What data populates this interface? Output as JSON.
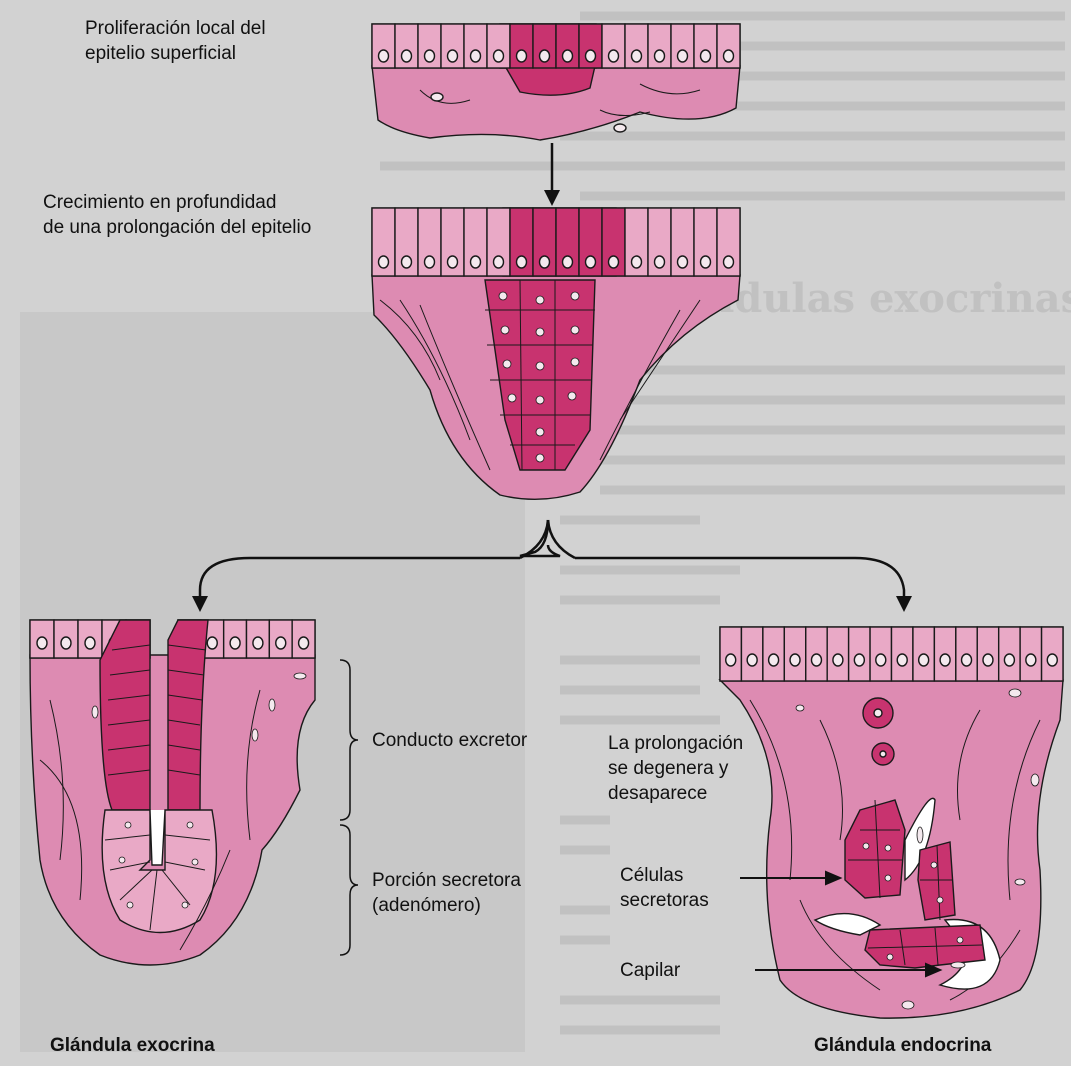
{
  "labels": {
    "stage1": [
      "Proliferación local del",
      "epitelio superficial"
    ],
    "stage2": [
      "Crecimiento en profundidad",
      "de una prolongación del epitelio"
    ],
    "excretory_duct": "Conducto excretor",
    "secretory_portion": [
      "Porción secretora",
      "(adenómero)"
    ],
    "degenerates": [
      "La prolongación",
      "se degenera y",
      "desaparece"
    ],
    "secretory_cells": [
      "Células",
      "secretoras"
    ],
    "capillary": "Capilar",
    "exocrine_gland": "Glándula exocrina",
    "endocrine_gland": "Glándula endocrina"
  },
  "background_text": {
    "heading": "Glándulas exocrinas"
  },
  "colors": {
    "background": "#cfcfcf",
    "tissue": "#dd8bb2",
    "cell_light": "#e9a9c6",
    "cell_dark": "#c8336f",
    "outline": "#1a1a1a",
    "nucleus": "#f4e9ee",
    "capillary": "#ffffff"
  }
}
